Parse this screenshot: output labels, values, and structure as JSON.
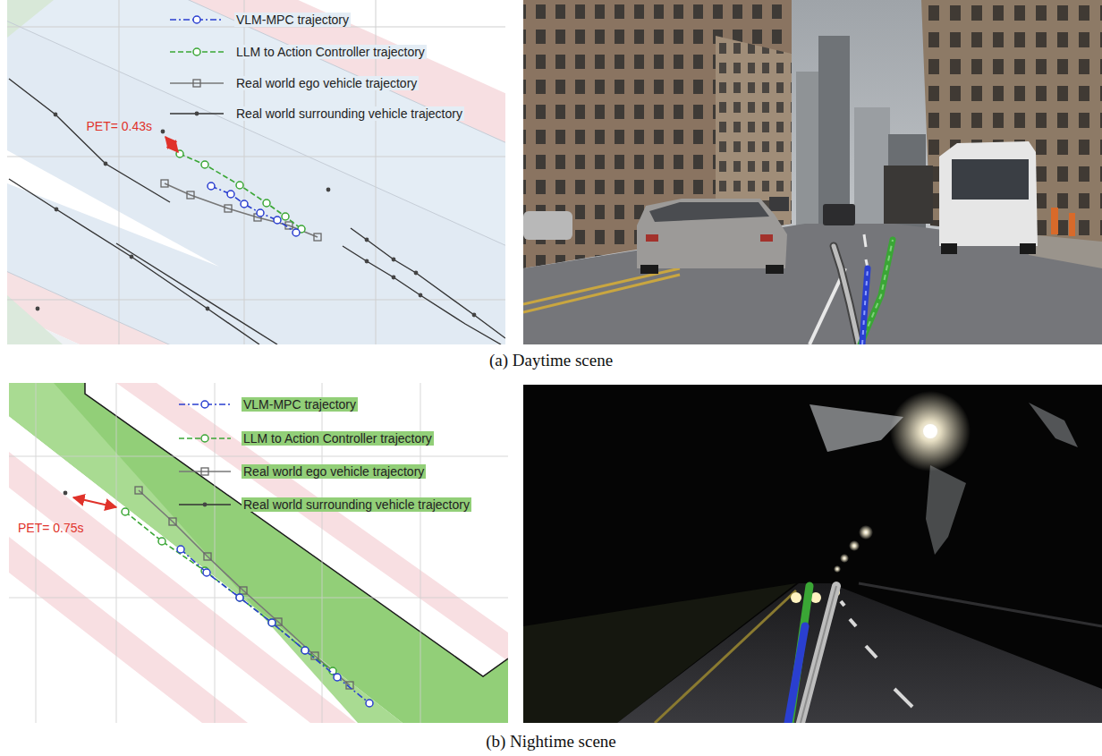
{
  "diagram": {
    "labels": [
      "PET= 0.43s",
      "(a) Daytime scene",
      "PET= 0.75s",
      "(b) Nightime scene"
    ],
    "legend": [
      {
        "text": "VLM-MPC trajectory"
      },
      {
        "text": "LLM to Action Controller trajectory"
      },
      {
        "text": "Real world ego vehicle trajectory"
      },
      {
        "text": "Real world surrounding vehicle trajectory"
      },
      {
        "text": "VLM-MPC trajectory"
      },
      {
        "text": "LLM to Action Controller trajectory"
      },
      {
        "text": "Real world ego vehicle trajectory"
      },
      {
        "text": "Real world surrounding vehicle trajectory"
      }
    ]
  }
}
